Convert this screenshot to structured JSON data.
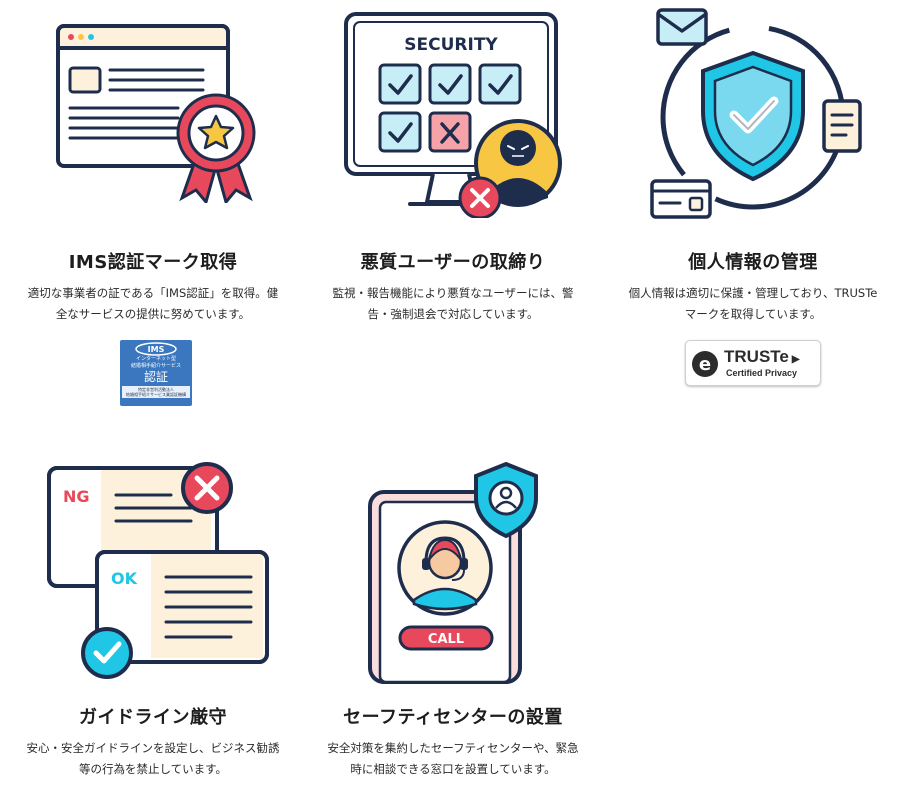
{
  "features": [
    {
      "title": "IMS認証マーク取得",
      "desc_line1": "適切な事業者の証である「IMS認証」を取得。健",
      "desc_line2": "全なサービスの提供に努めています。",
      "badge": {
        "line1": "インターネット型",
        "line2": "結婚相手紹介サービス",
        "mark": "認証",
        "line3": "特定非営利活動法人",
        "line4": "結婚相手紹介サービス業認証機構"
      }
    },
    {
      "title": "悪質ユーザーの取締り",
      "desc_line1": "監視・報告機能により悪質なユーザーには、警",
      "desc_line2": "告・強制退会で対応しています。",
      "illus_text": "SECURITY"
    },
    {
      "title": "個人情報の管理",
      "desc_line1": "個人情報は適切に保護・管理しており、TRUSTe",
      "desc_line2": "マークを取得しています。",
      "badge": {
        "brand": "TRUSTe",
        "sub": "Certified Privacy"
      }
    },
    {
      "title": "ガイドライン厳守",
      "desc_line1": "安心・安全ガイドラインを設定し、ビジネス勧誘",
      "desc_line2": "等の行為を禁止しています。",
      "illus_ng": "NG",
      "illus_ok": "OK"
    },
    {
      "title": "セーフティセンターの設置",
      "desc_line1": "安全対策を集約したセーフティセンターや、緊急",
      "desc_line2": "時に相談できる窓口を設置しています。",
      "illus_call": "CALL"
    }
  ],
  "colors": {
    "navy": "#1f2d4d",
    "red": "#e8485c",
    "cyan": "#1fc6e6",
    "light_cyan": "#c7eef7",
    "pink": "#f9dcdc",
    "cream": "#fdf1dc",
    "yellow": "#f7c744"
  }
}
